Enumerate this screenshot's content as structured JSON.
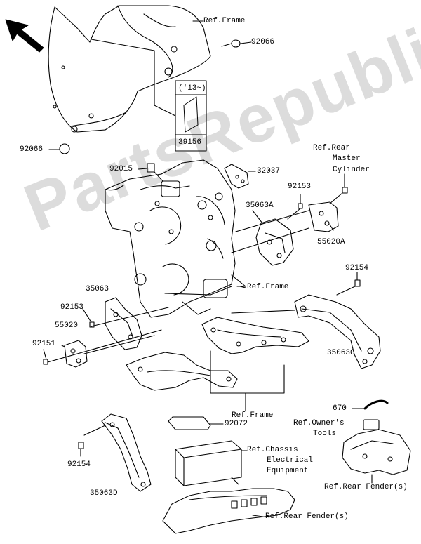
{
  "watermark": "PartsRepublik",
  "labels": {
    "ref_frame_top": "Ref.Frame",
    "p92066_top": "92066",
    "year_note": "('13~)",
    "p39156": "39156",
    "p92066_left": "92066",
    "ref_rear_master_line1": "Ref.Rear",
    "ref_rear_master_line2": "Master",
    "ref_rear_master_line3": "Cylinder",
    "p92015": "92015",
    "p32037": "32037",
    "p92153_right": "92153",
    "p35063A": "35063A",
    "p55020A": "55020A",
    "ref_frame_mid": "Ref.Frame",
    "p92154_right": "92154",
    "p35063": "35063",
    "p92153_left": "92153",
    "p55020": "55020",
    "p92151": "92151",
    "p35063C": "35063C",
    "ref_frame_bottom": "Ref.Frame",
    "p92072": "92072",
    "p670": "670",
    "ref_owners_line1": "Ref.Owner's",
    "ref_owners_line2": "Tools",
    "ref_chassis_line1": "Ref.Chassis",
    "ref_chassis_line2": "Electrical",
    "ref_chassis_line3": "Equipment",
    "p92154_left": "92154",
    "ref_rear_fender_right": "Ref.Rear Fender(s)",
    "p35063D": "35063D",
    "ref_rear_fender_bottom": "Ref.Rear Fender(s)"
  },
  "icons": {
    "direction_arrow": "arrow-up-left-icon"
  }
}
